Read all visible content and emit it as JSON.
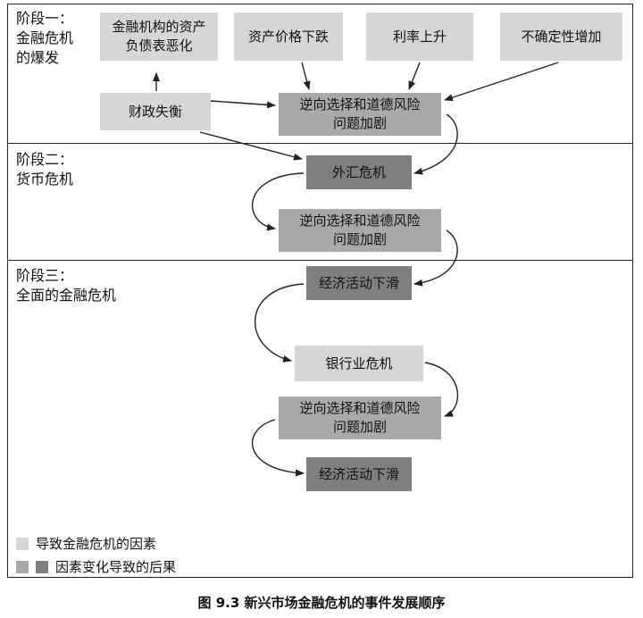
{
  "stages": {
    "stage1": "阶段一：\n金融危机\n的爆发",
    "stage2": "阶段二：\n货币危机",
    "stage3": "阶段三：\n全面的金融危机"
  },
  "boxes": {
    "balance_sheet": "金融机构的资产\n负债表恶化",
    "asset_price": "资产价格下跌",
    "interest_rate": "利率上升",
    "uncertainty": "不确定性增加",
    "fiscal": "财政失衡",
    "adverse1": "逆向选择和道德风险\n问题加剧",
    "fx_crisis": "外汇危机",
    "adverse2": "逆向选择和道德风险\n问题加剧",
    "econ_decline1": "经济活动下滑",
    "banking_crisis": "银行业危机",
    "adverse3": "逆向选择和道德风险\n问题加剧",
    "econ_decline2": "经济活动下滑"
  },
  "legend": {
    "causes": "导致金融危机的因素",
    "consequences": "因素变化导致的后果"
  },
  "caption": "图 9.3    新兴市场金融危机的事件发展顺序",
  "colors": {
    "cause_fill": "#d6d6d6",
    "mid_fill": "#a9a9a9",
    "dark_fill": "#7f7f7f"
  }
}
